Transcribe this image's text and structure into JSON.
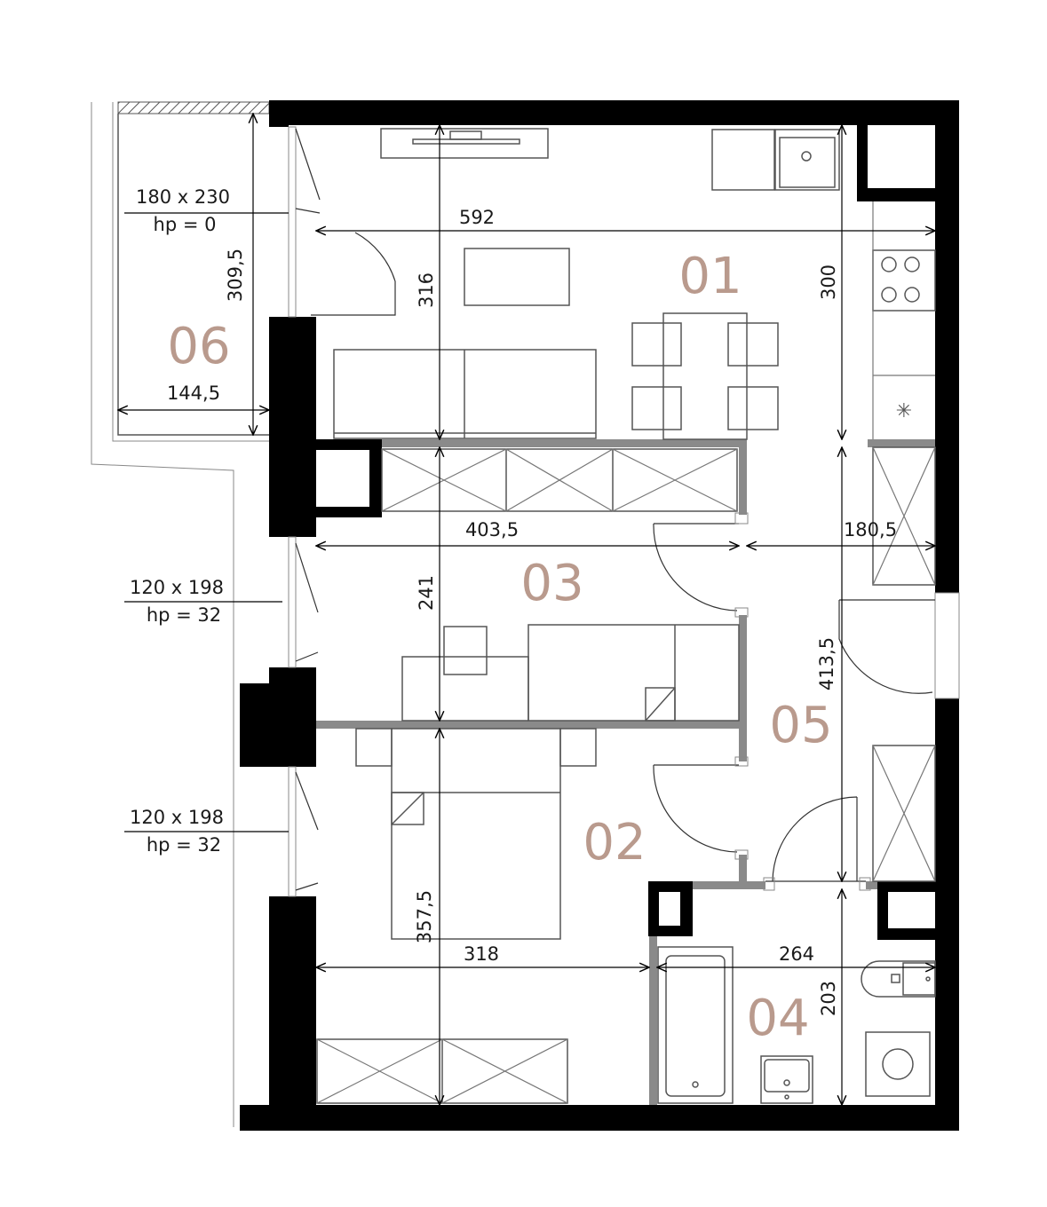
{
  "rooms": [
    {
      "id": "01"
    },
    {
      "id": "02"
    },
    {
      "id": "03"
    },
    {
      "id": "04"
    },
    {
      "id": "05"
    },
    {
      "id": "06"
    }
  ],
  "dimensions": {
    "d592": "592",
    "d316": "316",
    "d300": "300",
    "d309_5": "309,5",
    "d144_5": "144,5",
    "d403_5": "403,5",
    "d180_5": "180,5",
    "d241": "241",
    "d413_5": "413,5",
    "d357_5": "357,5",
    "d318": "318",
    "d264": "264",
    "d203": "203"
  },
  "windows": [
    {
      "size": "180 x 230",
      "hp": "hp = 0"
    },
    {
      "size": "120 x 198",
      "hp": "hp = 32"
    },
    {
      "size": "120 x 198",
      "hp": "hp = 32"
    }
  ],
  "colors": {
    "room_label": "#b99a8d",
    "wall": "#000000",
    "partition": "#8a8a8a"
  }
}
